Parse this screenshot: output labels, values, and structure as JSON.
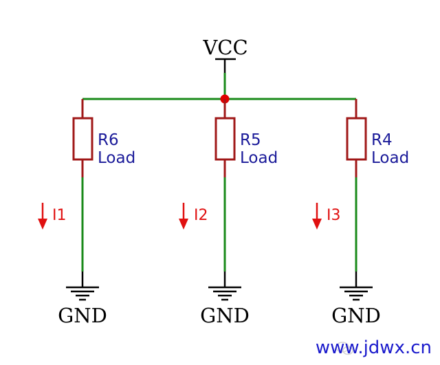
{
  "power": {
    "label": "VCC"
  },
  "branches": [
    {
      "ref": "R6",
      "value": "Load",
      "current": "I1",
      "ground": "GND"
    },
    {
      "ref": "R5",
      "value": "Load",
      "current": "I2",
      "ground": "GND"
    },
    {
      "ref": "R4",
      "value": "Load",
      "current": "I3",
      "ground": "GND"
    }
  ],
  "watermark": {
    "text": "www.jdwx.cn"
  },
  "colors": {
    "wire": "#1a8a1a",
    "component": "#a01818",
    "label": "#1a1a99",
    "current": "#e01010",
    "junction": "#e00000",
    "watermark": "#1a1acc"
  }
}
